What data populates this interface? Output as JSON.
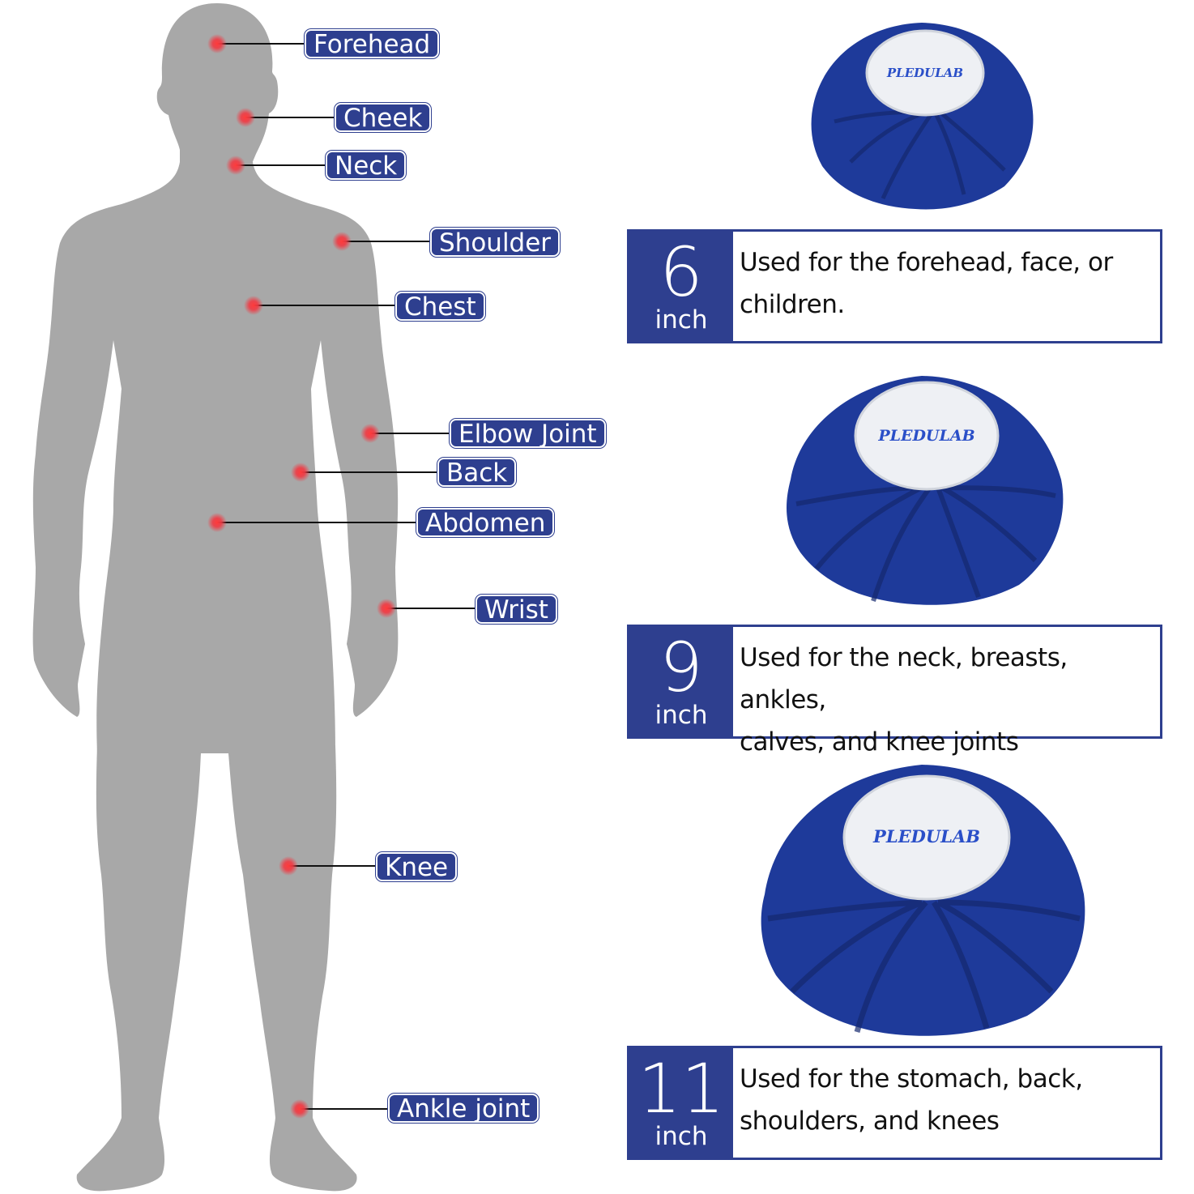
{
  "body_labels": [
    {
      "id": "forehead",
      "label": "Forehead"
    },
    {
      "id": "cheek",
      "label": "Cheek"
    },
    {
      "id": "neck",
      "label": "Neck"
    },
    {
      "id": "shoulder",
      "label": "Shoulder"
    },
    {
      "id": "chest",
      "label": "Chest"
    },
    {
      "id": "elbow",
      "label": "Elbow Joint"
    },
    {
      "id": "back",
      "label": "Back"
    },
    {
      "id": "abdomen",
      "label": "Abdomen"
    },
    {
      "id": "wrist",
      "label": "Wrist"
    },
    {
      "id": "knee",
      "label": "Knee"
    },
    {
      "id": "ankle",
      "label": "Ankle joint"
    }
  ],
  "brand": "PLEDULAB",
  "sizes": [
    {
      "number": "6",
      "unit": "inch",
      "description_line1": "Used for the forehead, face, or",
      "description_line2": "children."
    },
    {
      "number": "9",
      "unit": "inch",
      "description_line1": "Used for the neck, breasts, ankles,",
      "description_line2": "calves, and knee joints"
    },
    {
      "number": "11",
      "unit": "inch",
      "description_line1": "Used for  the stomach, back,",
      "description_line2": "shoulders, and knees"
    }
  ],
  "colors": {
    "accent": "#2e3f8f",
    "silhouette": "#a8a8a8",
    "marker": "#e8303a",
    "bag": "#1e3a9a",
    "cap": "#eef0f4"
  }
}
